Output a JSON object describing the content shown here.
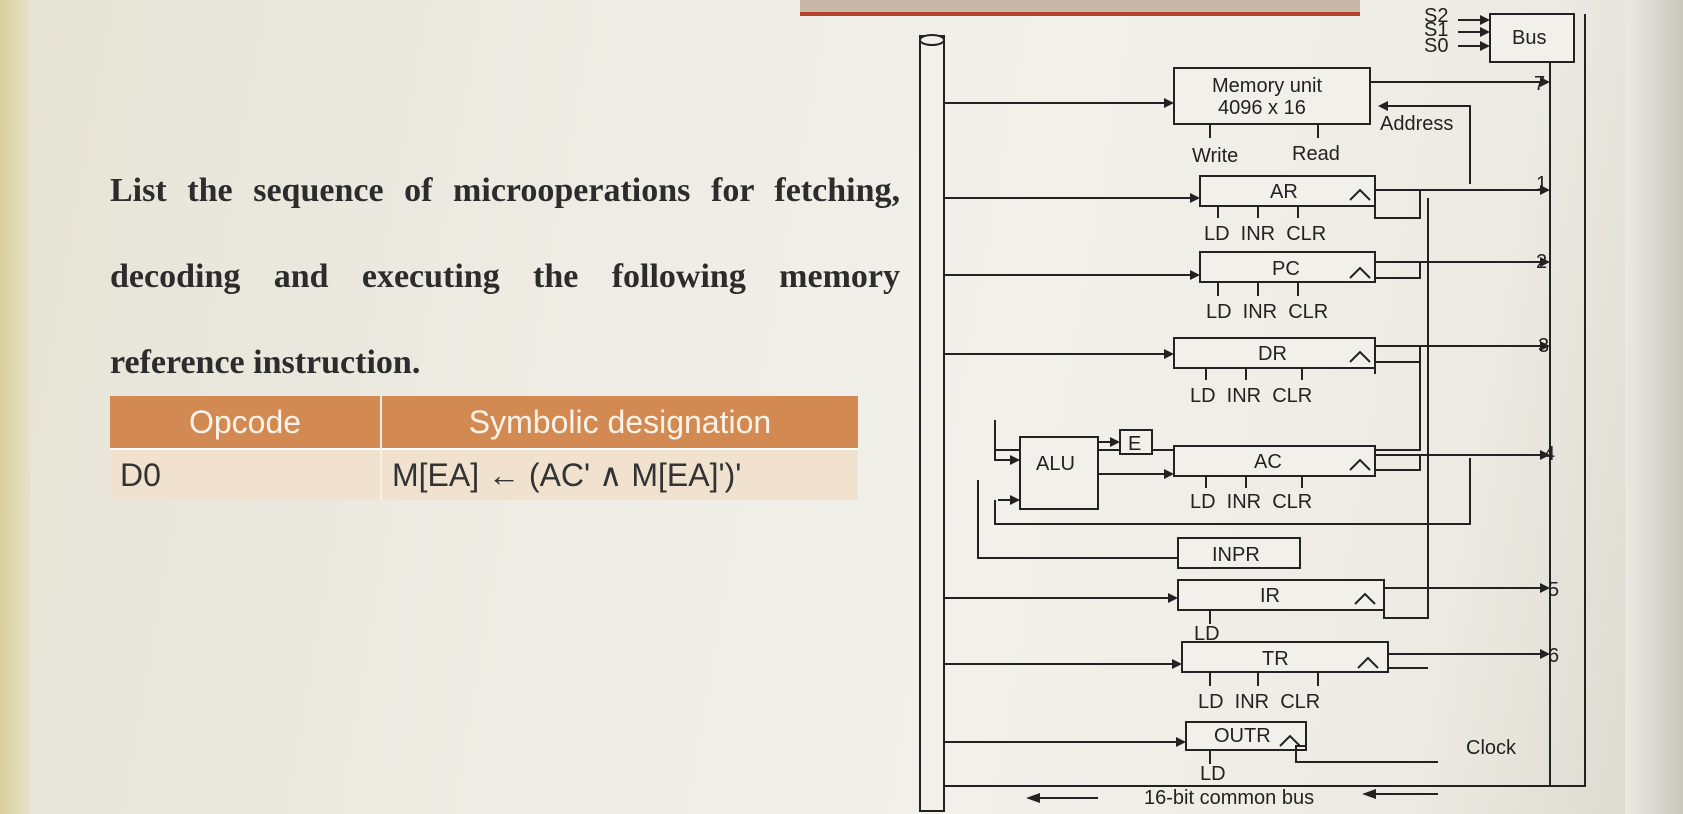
{
  "question": "List the sequence of microoperations for fetching, decoding and executing the following memory reference instruction.",
  "table": {
    "headers": [
      "Opcode",
      "Symbolic designation"
    ],
    "rows": [
      [
        "D0",
        "M[EA] ← (AC' ∧ M[EA]')'"
      ]
    ]
  },
  "diagram": {
    "select_lines": [
      "S2",
      "S1",
      "S0"
    ],
    "bus_label": "Bus",
    "memory_unit": [
      "Memory unit",
      "4096 x 16"
    ],
    "address_label": "Address",
    "write_label": "Write",
    "read_label": "Read",
    "registers": {
      "ar": "AR",
      "pc": "PC",
      "dr": "DR",
      "ac": "AC",
      "inpr": "INPR",
      "ir": "IR",
      "tr": "TR",
      "outr": "OUTR"
    },
    "ld_inr_clr": "LD  INR  CLR",
    "ld_label": "LD",
    "alu_label": "ALU",
    "e_label": "E",
    "bus_numbers": {
      "mem": "7",
      "ar": "1",
      "pc": "2",
      "dr": "3",
      "ac": "4",
      "ir": "5",
      "tr": "6"
    },
    "clock_label": "Clock",
    "common_bus_label": "16-bit common bus"
  }
}
